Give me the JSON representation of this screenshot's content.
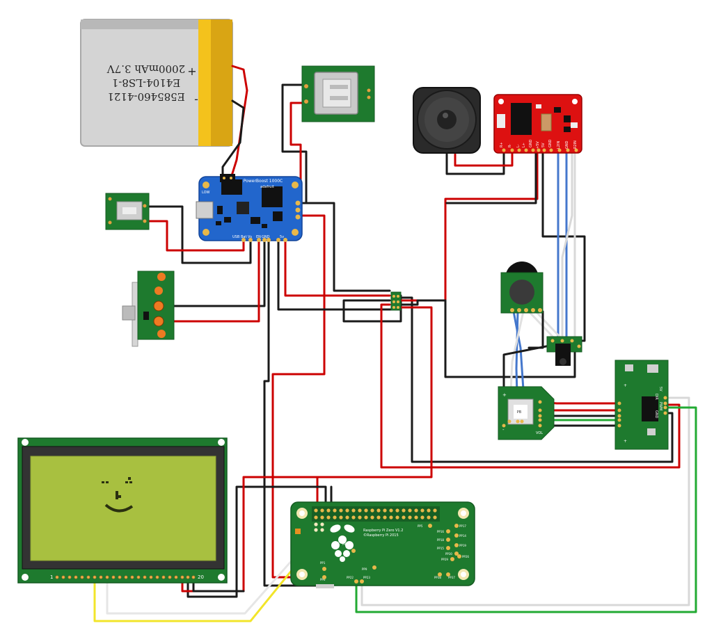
{
  "battery": {
    "line1": "E585460-4121",
    "line2": "E4104-LS8-1",
    "line3": "2000mAh 3.7V",
    "plus": "+",
    "minus": "-"
  },
  "powerboost": {
    "title": "PowerBoost 1000C",
    "brand": "adafruit",
    "labels": [
      "LOW",
      "USB",
      "Bat",
      "Vs",
      "EN",
      "GND",
      "5v"
    ]
  },
  "amp": {
    "pin_labels": [
      "R+",
      "R-",
      "L-",
      "L+",
      "GND",
      "+5V",
      "5V",
      "GND",
      "L2IN",
      "GND",
      "R2IN"
    ]
  },
  "pot_board": {
    "labels": [
      "PB",
      "+",
      "-",
      "VOL"
    ]
  },
  "h_bridge": {
    "pin_labels": [
      "5V",
      "DIR",
      "PWM",
      "GND"
    ]
  },
  "lcd": {
    "pin_start": "1",
    "pin_end": "20"
  },
  "pi": {
    "title": "Raspberry Pi Zero V1.2",
    "copyright": "©Raspberry Pi 2015",
    "test_points": [
      "PP1",
      "PP6",
      "PP22",
      "PP23",
      "PP9",
      "PP40",
      "PP5",
      "PP16",
      "PP17",
      "PP18",
      "PP14",
      "PP15",
      "PP19",
      "PP29",
      "PP30",
      "PP26",
      "PP38",
      "PP37"
    ]
  },
  "colors": {
    "wire_red": "#cc0000",
    "wire_black": "#1a1a1a",
    "wire_blue": "#4477cc",
    "wire_white": "#e8e8e8",
    "wire_yellow": "#f2e52a",
    "wire_green": "#22aa33",
    "pcb_green": "#1e7a2e",
    "pcb_blue": "#2266cc",
    "pcb_red": "#dd1111",
    "lcd_screen": "#a8c040",
    "battery_body": "#cfcfcf",
    "battery_tape": "#f0c020"
  }
}
